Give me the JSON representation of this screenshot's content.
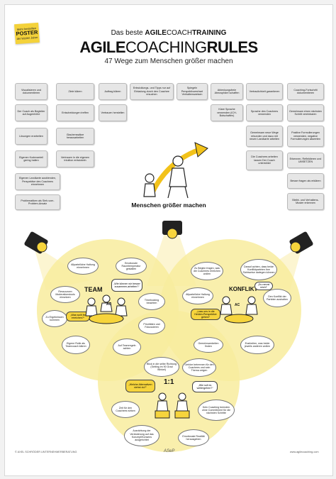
{
  "badge": {
    "line1": "Mehr bestellten",
    "line2": "POSTER",
    "line3": "der letzten Jahre"
  },
  "header": {
    "top_prefix": "Das beste ",
    "top_bold": "AGILE",
    "top_mid": "COACH",
    "top_bold2": "TRAINING",
    "title_bold1": "AGILE",
    "title_mid": "COACHING",
    "title_bold2": "RULES",
    "tagline": "47 Wege zum Menschen größer machen"
  },
  "cards": {
    "c1": "Visualisieren und dokumentieren",
    "c2": "Ziele klären",
    "c3": "Auftrag klären",
    "c4": "Entwicklungs- und Tipps nur auf Einladung durch den Coachee ersuchen",
    "c5": "Spiegeln Perspektivwechsel Verhaltensweisen",
    "c6": "Ablenkungsfreie Atmosphäre schaffen",
    "c7": "Vertraulichkeit garantieren",
    "c8": "Coaching-Fortschritt dokumentieren",
    "c9": "Der Coach als Begleiter auf Augenhöhe",
    "c10": "Entscheidungen treffen",
    "c11": "Vertrauen herstellen",
    "c12": "Klare Sprache verwenden (ICH-Botschaften)",
    "c13": "Sprache des Coachees verwenden",
    "c14": "Gemeinsam einen nächsten Schritt vereinbaren",
    "c15": "Lösungen erarbeiten",
    "c16": "Glaubenssätze herausarbeiten",
    "c17": "Gemeinsam neue Wege erkunden und dazu mit neuen Landkarte arbeiten",
    "c18": "Positive Formulierungen verwenden, negative Formulierungen abwerten",
    "c19": "Eigenen Kodexanteil gering halten",
    "c20": "Vertrauen in die eigenen Intuition entwickeln",
    "c21": "Die Coachees arbeiten lassen Der Coach unterstützt",
    "c22": "Erkennen, Reflektieren und UMSETZEN",
    "c23": "Eigenen Landkarte ausblenden, Perspektive des Coachees einnehmen",
    "c24": "Besser fragen als erklären",
    "c25": "Problematiken als Sieh-vom-Problem-Ansatz",
    "c26": "Bleibt- und Verhaltens-Muster erkennen"
  },
  "center": {
    "label": "Menschen größer machen"
  },
  "team": {
    "label": "TEAM",
    "b1": "Allparteiliche Haltung einnehmen",
    "b2": "Emotionale Raumtemperatur gestalten",
    "b3": "Ressourcen Moderationstools einsetzen",
    "b4": "Zu Ergebnissen kommen",
    "b5": "Timebocking beachten",
    "b6": "Prioritäten und Fokussieren",
    "b7": "Eigene Rolle als Teamcoach klären",
    "b8": "Auf Teamregeln achten",
    "s1": "„Wie können wir besser zusammen-arbeiten?“",
    "s2": "„Was wollt ihr erreichen?“",
    "ac": "AC"
  },
  "konflikt": {
    "label": "KONFLIKT",
    "b1": "Zu Beginn fragen, was die Coachees erreichen wollen",
    "b2": "Darauf achten, dass beide Konfliktparteien ihre Sichtweise darlegen können",
    "b3": "Allparteiliche Haltung einnehmen",
    "b4": "Den Konflikt der Parteien aushalten",
    "b5": "Gemeinsamkeiten finden",
    "b6": "Erarbeiten, was beide jeweils anderen wollen",
    "s1": "„Du nervst mich!“",
    "s2": "„Lass uns in die Helden-Perspektive gehen!“",
    "ac": "AC"
  },
  "one": {
    "label": "1:1",
    "b1": "Blick in die selbe Richtung (Setting im 90 Grad Winkel)",
    "b2": "Gehöre betrennen für den Coachees und sein Thema zeigen",
    "b3": "Zeit für den Coachees wirken",
    "b4": "Kein Coaching beenden ohne Commitment für die nächsten Schritte",
    "b5": "Ausrichtung der Veränderung auf das Konzept/Konsens ausgerichtet",
    "b6": "Emotionale Realität herausgeben",
    "s1": "„Welche Alternativen siehst du?“",
    "s2": "„Wie soll es weitergehen?“"
  },
  "footer": {
    "left": "© AXEL SCHRÖDER UNTERNEHMERBERATUNG",
    "center": "ASeP",
    "right": "www.agilecoaching.com"
  },
  "colors": {
    "accent": "#f6d43c",
    "circle": "#f8ec9e"
  }
}
